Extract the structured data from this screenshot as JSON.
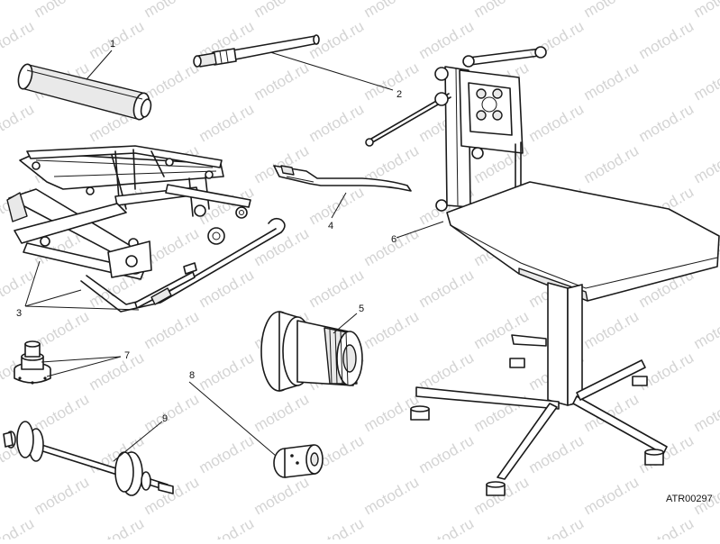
{
  "watermark": "motod.ru",
  "drawing_code": "ATR00297",
  "callouts": [
    "1",
    "2",
    "3",
    "4",
    "5",
    "6",
    "7",
    "8",
    "9"
  ]
}
